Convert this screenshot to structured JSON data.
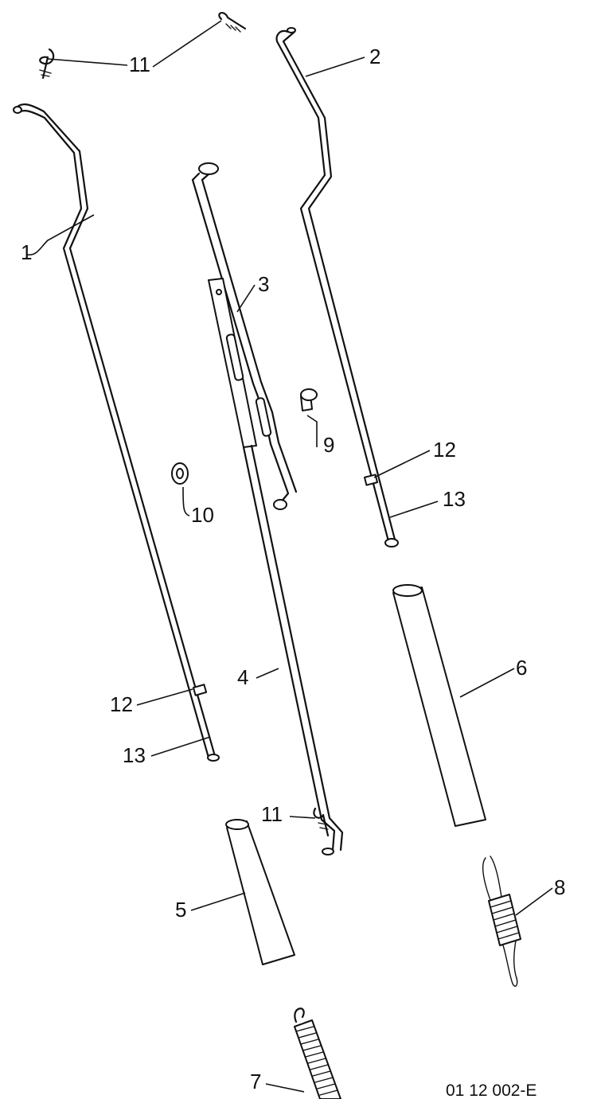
{
  "figure_code": "01 12 002-E",
  "callouts": {
    "c1": "1",
    "c2": "2",
    "c3": "3",
    "c4": "4",
    "c5": "5",
    "c6": "6",
    "c7": "7",
    "c8": "8",
    "c9": "9",
    "c10": "10",
    "c11a": "11",
    "c11b": "11",
    "c12a": "12",
    "c12b": "12",
    "c13a": "13",
    "c13b": "13"
  }
}
